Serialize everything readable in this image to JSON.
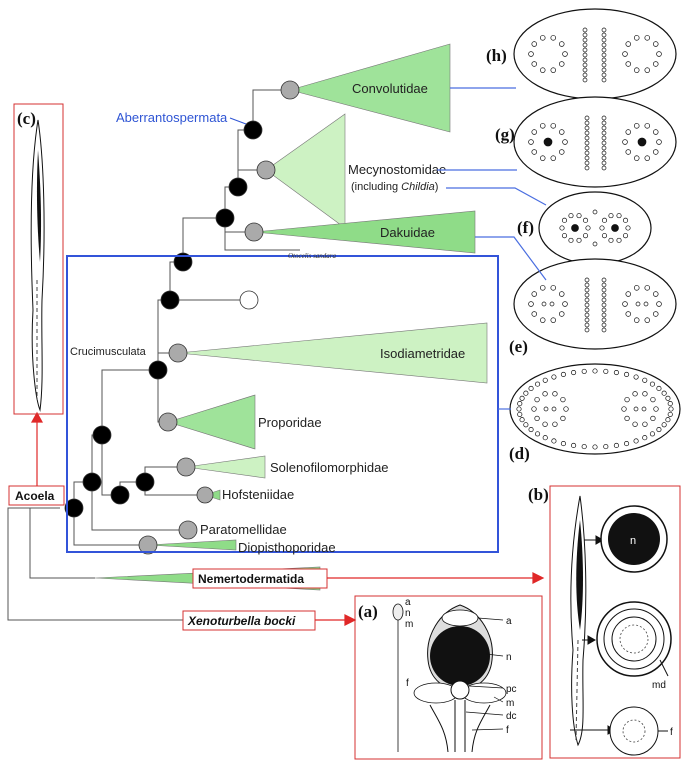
{
  "clades": {
    "convolutidae": "Convolutidae",
    "mecynostomidae": "Mecynostomidae",
    "mecynostomidae_note_prefix": "(including ",
    "mecynostomidae_note_italic": "Childia",
    "mecynostomidae_note_suffix": ")",
    "dakuidae": "Dakuidae",
    "otocelis": "Otocelis sandara",
    "isodiametridae": "Isodiametridae",
    "proporidae": "Proporidae",
    "solenofilomorphidae": "Solenofilomorphidae",
    "hofsteniidae": "Hofsteniidae",
    "paratomellidae": "Paratomellidae",
    "diopisthoporidae": "Diopisthoporidae",
    "aberrantospermata": "Aberrantospermata",
    "crucimusculata": "Crucimusculata"
  },
  "groups": {
    "acoela": "Acoela",
    "nemertodermatida": "Nemertodermatida",
    "xenoturbella": "Xenoturbella bocki"
  },
  "panels": {
    "a": "(a)",
    "b": "(b)",
    "c": "(c)",
    "d": "(d)",
    "e": "(e)",
    "f": "(f)",
    "g": "(g)",
    "h": "(h)"
  },
  "panel_a_labels": {
    "a": "a",
    "n": "n",
    "m": "m",
    "f": "f",
    "pc": "pc",
    "dc": "dc"
  },
  "panel_b_labels": {
    "n": "n",
    "md": "md",
    "f": "f"
  },
  "colors": {
    "clade_green_dark": "#8fdc88",
    "clade_green_light": "#cdf2c3",
    "crucimusculata_box": "#3354d9",
    "group_box_red": "#d43030",
    "aberrantospermata_blue": "#2f55d4"
  }
}
